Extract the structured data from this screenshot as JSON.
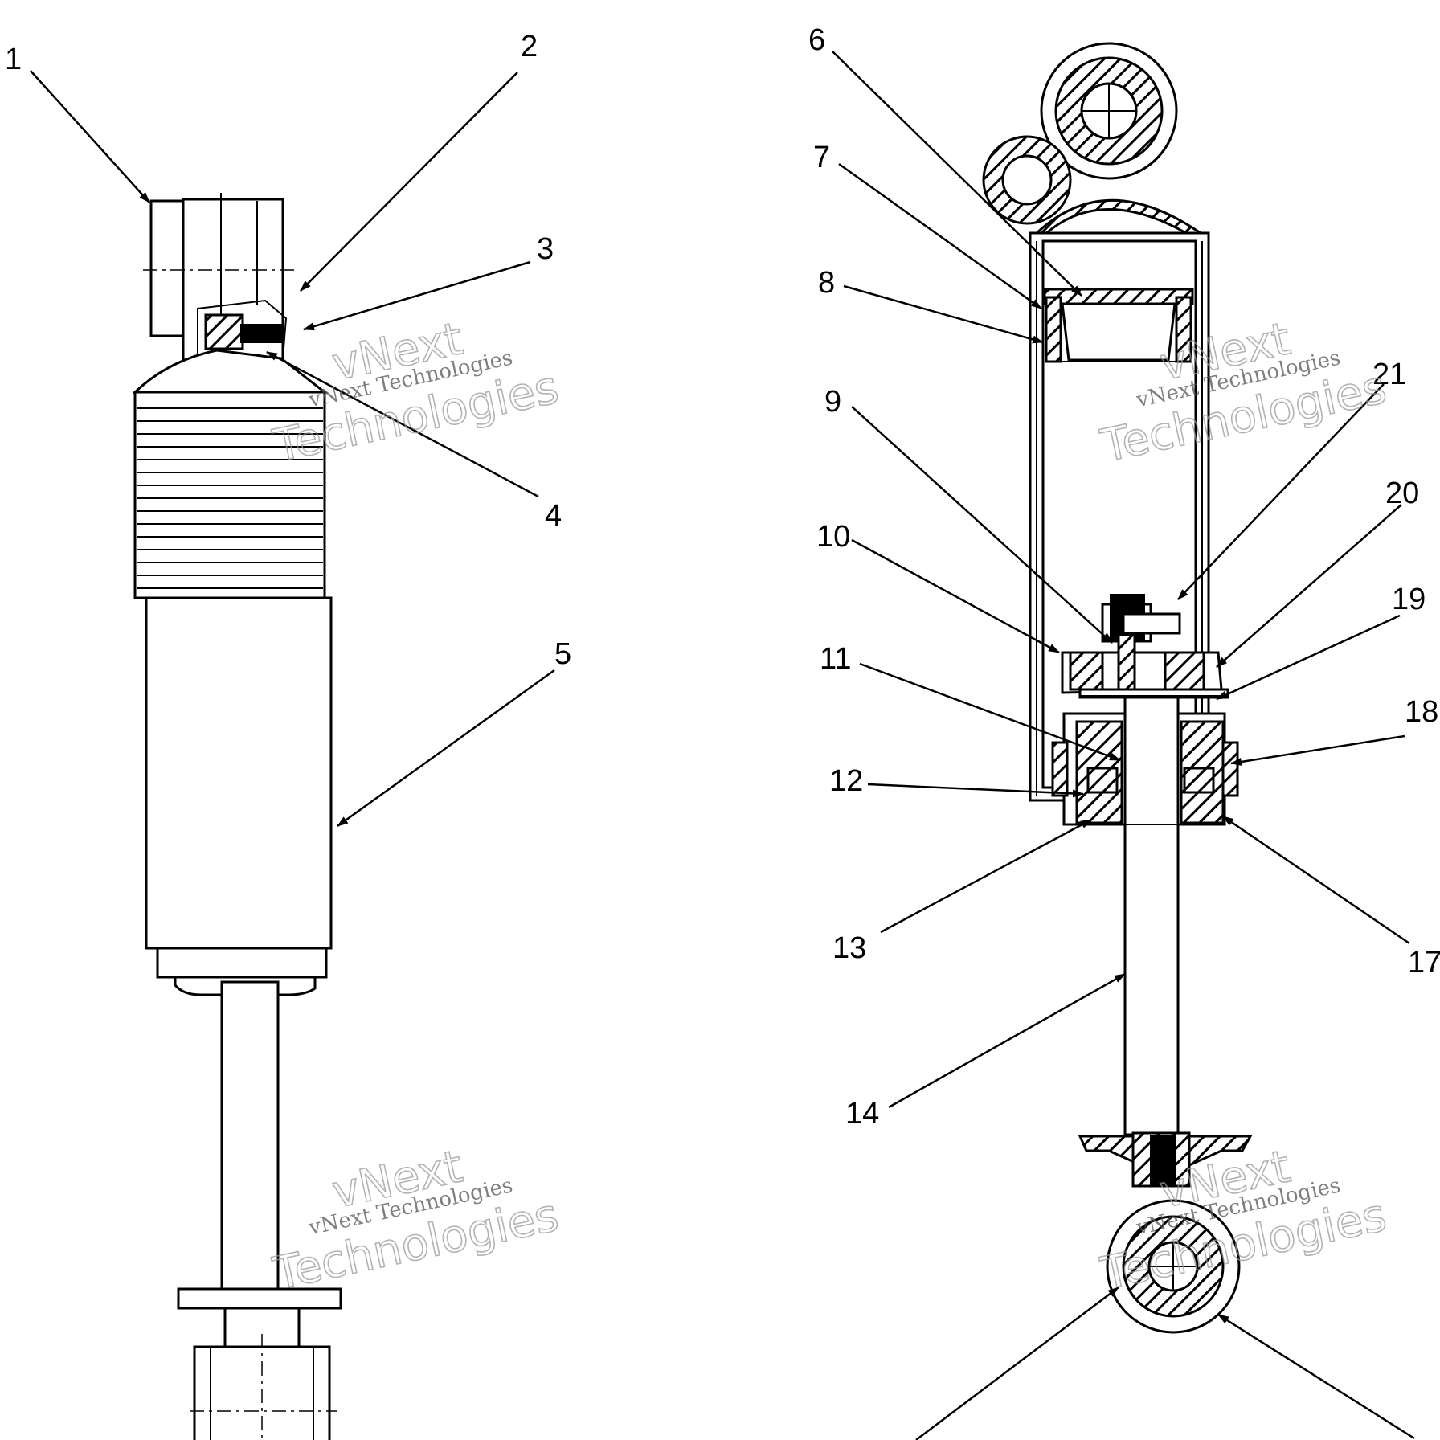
{
  "callouts": [
    "1",
    "2",
    "3",
    "4",
    "5",
    "6",
    "7",
    "8",
    "9",
    "10",
    "11",
    "12",
    "13",
    "14",
    "17",
    "18",
    "19",
    "20",
    "21"
  ],
  "watermarks": [
    {
      "line1": "vNext Technologies",
      "line2": "vNext",
      "line3": "Technologies"
    },
    {
      "line1": "vNext Technologies",
      "line2": "vNext",
      "line3": "Technologies"
    },
    {
      "line1": "vNext Technologies",
      "line2": "vNext",
      "line3": "Technologies"
    },
    {
      "line1": "vNext Technologies",
      "line2": "vNext",
      "line3": "Technologies"
    }
  ],
  "colors": {
    "ink": "#000000",
    "paper": "#ffffff",
    "watermark": "#9a9a9a"
  }
}
